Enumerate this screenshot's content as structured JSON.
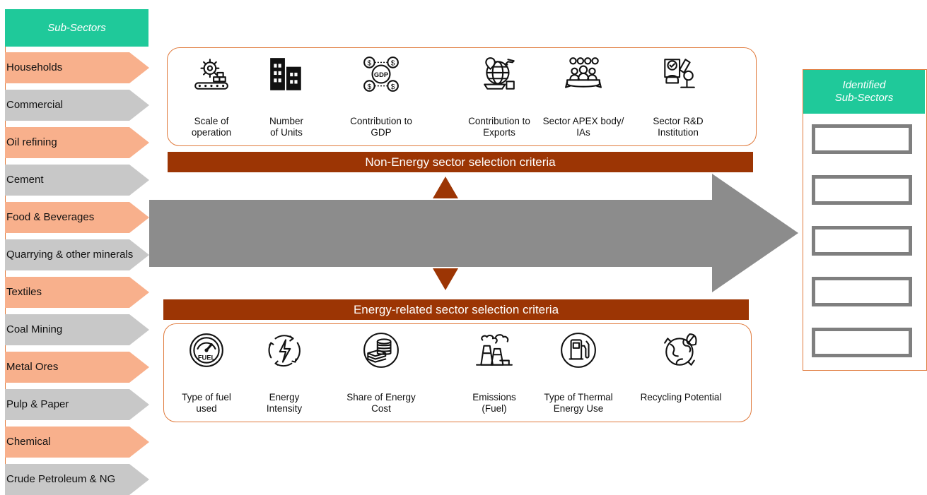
{
  "sub_sectors": {
    "title": "Sub-Sectors",
    "items": [
      {
        "label": "Households",
        "color": "#f8b08c"
      },
      {
        "label": "Commercial",
        "color": "#c8c8c8"
      },
      {
        "label": "Oil refining",
        "color": "#f8b08c"
      },
      {
        "label": "Cement",
        "color": "#c8c8c8"
      },
      {
        "label": "Food & Beverages",
        "color": "#f8b08c"
      },
      {
        "label": "Quarrying & other minerals",
        "color": "#c8c8c8"
      },
      {
        "label": "Textiles",
        "color": "#f8b08c"
      },
      {
        "label": "Coal Mining",
        "color": "#c8c8c8"
      },
      {
        "label": "Metal Ores",
        "color": "#f8b08c"
      },
      {
        "label": "Pulp & Paper",
        "color": "#c8c8c8"
      },
      {
        "label": "Chemical",
        "color": "#f8b08c"
      },
      {
        "label": "Crude Petroleum & NG",
        "color": "#c8c8c8"
      }
    ]
  },
  "non_energy": {
    "bar_label": "Non-Energy sector selection criteria",
    "items": [
      {
        "label_1": "Scale of",
        "label_2": "operation",
        "icon": "factory-gear-icon"
      },
      {
        "label_1": "Number",
        "label_2": "of Units",
        "icon": "buildings-icon"
      },
      {
        "label_1": "Contribution to",
        "label_2": "GDP",
        "icon": "gdp-icon"
      },
      {
        "label_1": "Contribution to",
        "label_2": "Exports",
        "icon": "export-globe-icon"
      },
      {
        "label_1": "Sector APEX body/",
        "label_2": "IAs",
        "icon": "people-group-icon"
      },
      {
        "label_1": "Sector R&D",
        "label_2": "Institution",
        "icon": "research-microscope-icon"
      }
    ]
  },
  "energy": {
    "bar_label": "Energy-related sector selection criteria",
    "items": [
      {
        "label_1": "Type of fuel",
        "label_2": "used",
        "icon": "fuel-gauge-icon",
        "icon_text": "FUEL"
      },
      {
        "label_1": "Energy",
        "label_2": "Intensity",
        "icon": "energy-cycle-icon"
      },
      {
        "label_1": "Share of Energy",
        "label_2": "Cost",
        "icon": "coins-icon"
      },
      {
        "label_1": "Emissions",
        "label_2": "(Fuel)",
        "icon": "factory-emissions-icon"
      },
      {
        "label_1": "Type of Thermal",
        "label_2": "Energy Use",
        "icon": "fuel-pump-icon"
      },
      {
        "label_1": "Recycling Potential",
        "label_2": "",
        "icon": "eco-globe-icon"
      }
    ]
  },
  "identified": {
    "title_1": "Identified",
    "title_2": "Sub-Sectors",
    "slot_count": 5
  },
  "colors": {
    "accent_green": "#1fc99a",
    "bar_brown": "#9c3504",
    "arrow_gray": "#8c8c8c",
    "orange_chevron": "#f8b08c",
    "gray_chevron": "#c8c8c8",
    "border_orange": "#e07a3c"
  }
}
